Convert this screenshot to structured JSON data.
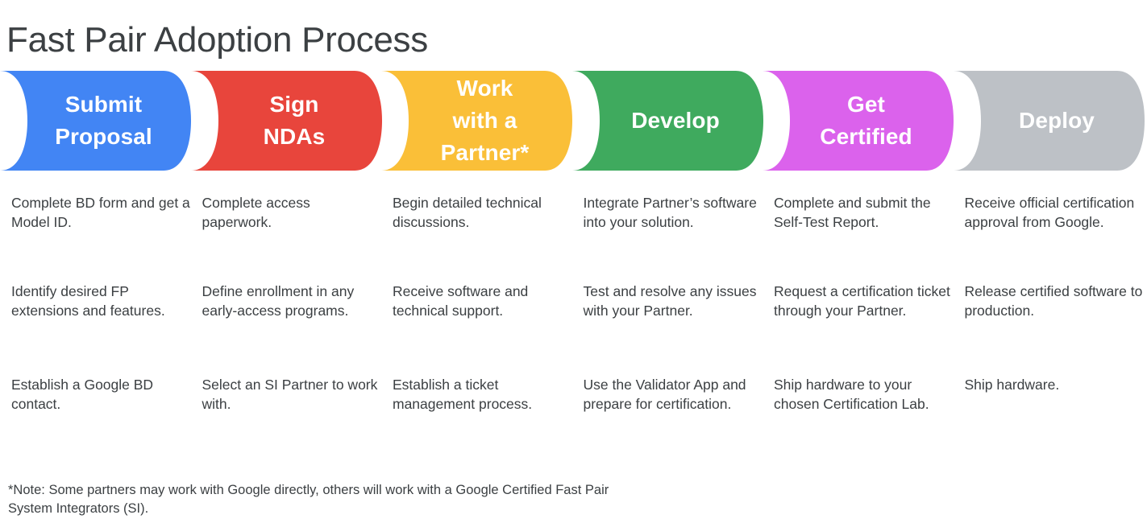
{
  "page": {
    "title": "Fast Pair Adoption Process",
    "background_color": "#ffffff",
    "text_color": "#3c4043"
  },
  "stages": [
    {
      "id": "submit-proposal",
      "label": "Submit\nProposal",
      "color": "#4285F4",
      "label_color": "#ffffff",
      "steps": [
        "Complete BD form and get a Model ID.",
        "Identify desired FP extensions and features.",
        "Establish a Google BD contact."
      ]
    },
    {
      "id": "sign-ndas",
      "label": "Sign\nNDAs",
      "color": "#E8453C",
      "label_color": "#ffffff",
      "steps": [
        "Complete access paperwork.",
        "Define enrollment in any early-access programs.",
        "Select an SI Partner to work with."
      ]
    },
    {
      "id": "work-with-a-partner",
      "label": "Work\nwith a\nPartner*",
      "color": "#FABF38",
      "label_color": "#ffffff",
      "steps": [
        "Begin detailed technical discussions.",
        "Receive software and technical support.",
        "Establish a ticket management process."
      ]
    },
    {
      "id": "develop",
      "label": "Develop",
      "color": "#3FAA5E",
      "label_color": "#ffffff",
      "steps": [
        "Integrate Partner’s software into your solution.",
        "Test and resolve any issues with your Partner.",
        "Use the Validator App and prepare for certification."
      ]
    },
    {
      "id": "get-certified",
      "label": "Get\nCertified",
      "color": "#DB62EC",
      "label_color": "#ffffff",
      "steps": [
        "Complete and submit the Self-Test Report.",
        "Request a certification ticket through your Partner.",
        "Ship hardware to your chosen Certification Lab."
      ]
    },
    {
      "id": "deploy",
      "label": "Deploy",
      "color": "#BDC1C6",
      "label_color": "#ffffff",
      "steps": [
        "Receive official certification approval from Google.",
        "Release certified software to production.",
        "Ship hardware."
      ]
    }
  ],
  "footnote": "*Note: Some partners may work with Google directly, others will work with a Google Certified Fast Pair System Integrators (SI)."
}
